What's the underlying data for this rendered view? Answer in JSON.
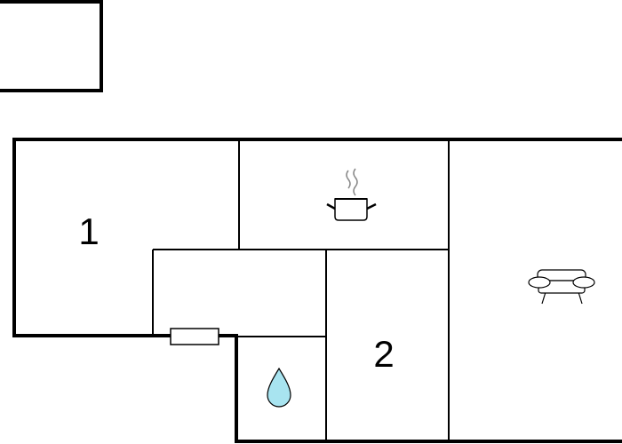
{
  "floorplan": {
    "rooms": [
      {
        "id": "room-1",
        "label": "1"
      },
      {
        "id": "room-2",
        "label": "2"
      }
    ],
    "icons": {
      "kitchen": "cooking-pot-icon",
      "bathroom": "water-drop-icon",
      "living": "sofa-icon",
      "entrance": "door-icon"
    },
    "colors": {
      "wall": "#000000",
      "water": "#a8e4f0",
      "background": "#ffffff"
    }
  }
}
